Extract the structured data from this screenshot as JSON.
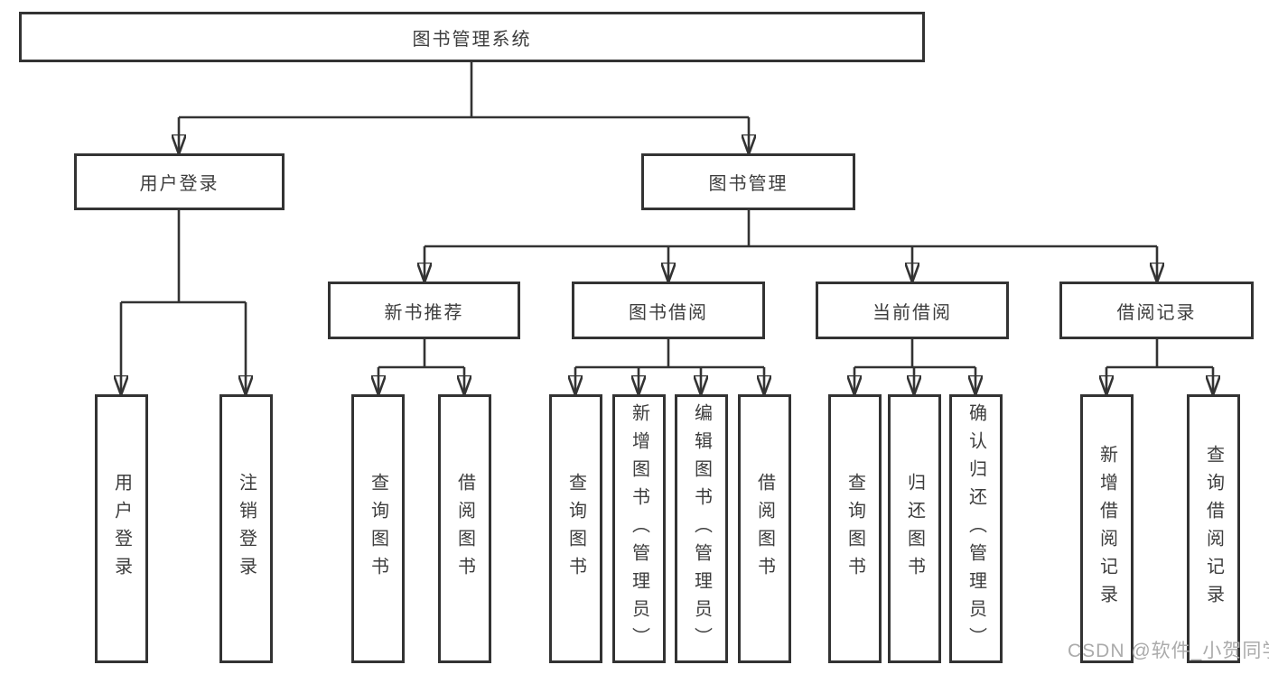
{
  "diagram": {
    "root": "图书管理系统",
    "user_login": {
      "label": "用户登录",
      "children": [
        "用户登录",
        "注销登录"
      ]
    },
    "book_mgmt": {
      "label": "图书管理",
      "sections": {
        "new_book": {
          "label": "新书推荐",
          "children": [
            "查询图书",
            "借阅图书"
          ]
        },
        "borrow": {
          "label": "图书借阅",
          "children": [
            "查询图书",
            "新增图书（管理员）",
            "编辑图书（管理员）",
            "借阅图书"
          ]
        },
        "current": {
          "label": "当前借阅",
          "children": [
            "查询图书",
            "归还图书",
            "确认归还（管理员）"
          ]
        },
        "records": {
          "label": "借阅记录",
          "children": [
            "新增借阅记录",
            "查询借阅记录"
          ]
        }
      }
    }
  },
  "watermark": "CSDN @软件_小贺同学",
  "colors": {
    "line": "#333333",
    "text": "#3d3d3d",
    "watermark": "#ababab",
    "background": "#ffffff"
  }
}
